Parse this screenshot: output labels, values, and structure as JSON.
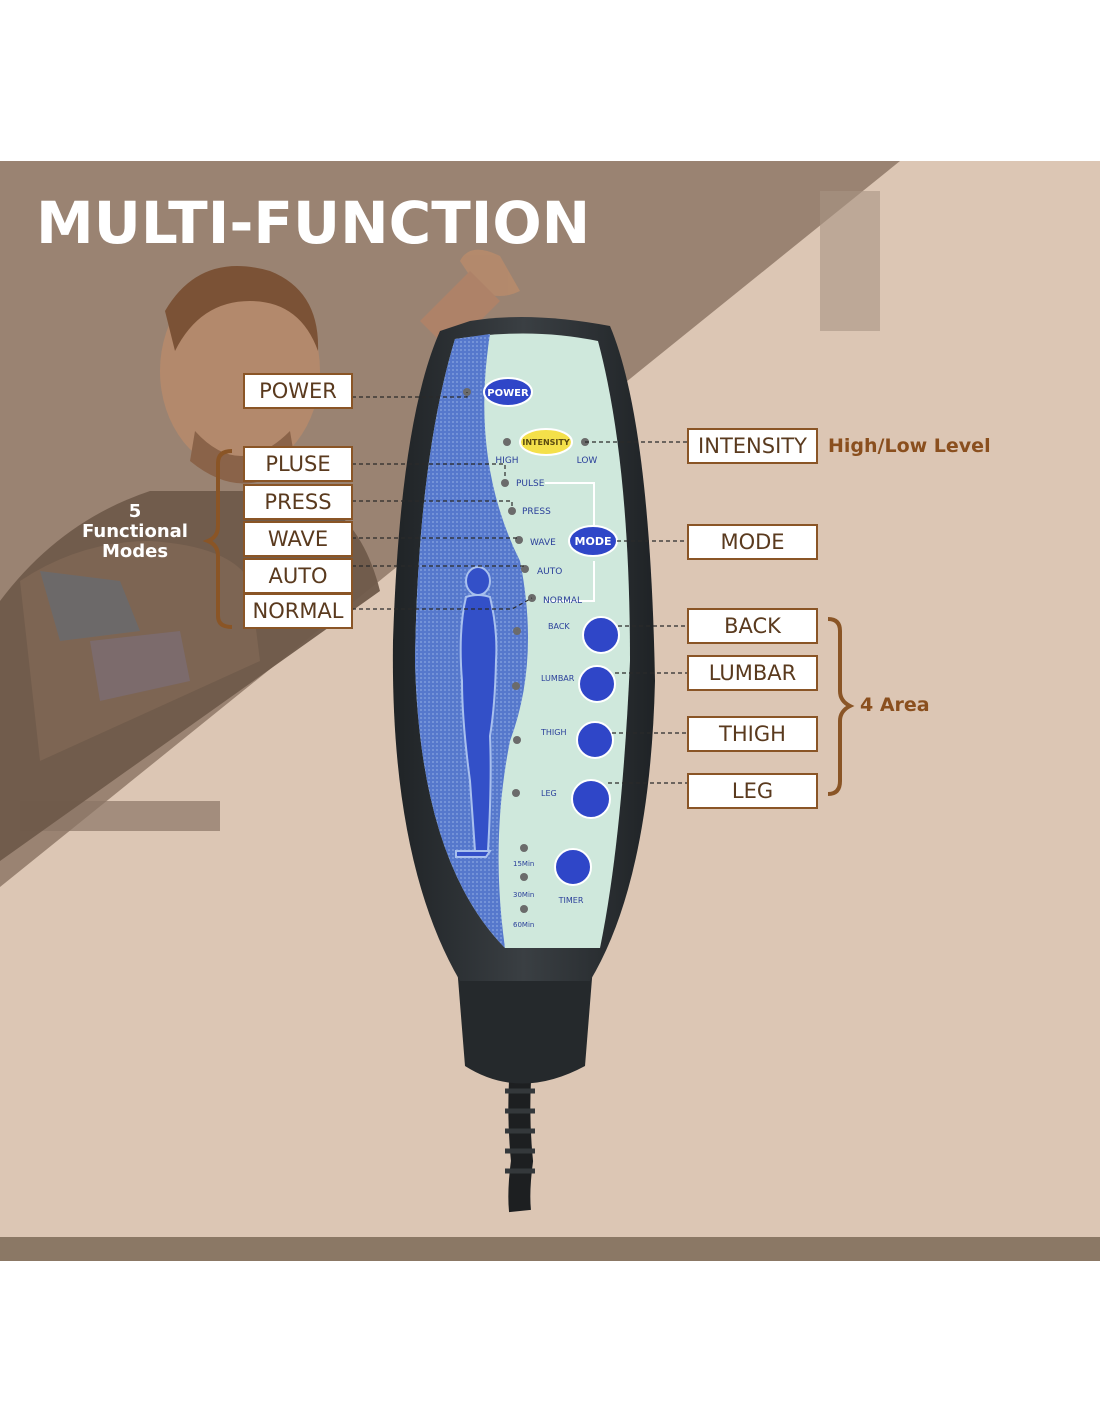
{
  "title": "MULTI-FUNCTION",
  "modes_group": {
    "count": "5",
    "line1": "Functional",
    "line2": "Modes"
  },
  "area_group": "4 Area",
  "intensity_note": "High/Low Level",
  "callouts": {
    "power": "POWER",
    "pluse": "PLUSE",
    "press": "PRESS",
    "wave": "WAVE",
    "auto": "AUTO",
    "normal": "NORMAL",
    "intensity": "INTENSITY",
    "mode": "MODE",
    "back": "BACK",
    "lumbar": "LUMBAR",
    "thigh": "THIGH",
    "leg": "LEG"
  },
  "remote": {
    "power_button": "POWER",
    "intensity_button": "INTENSITY",
    "high": "HIGH",
    "low": "LOW",
    "pulse": "PULSE",
    "press": "PRESS",
    "wave": "WAVE",
    "mode_button": "MODE",
    "auto": "AUTO",
    "normal": "NORMAL",
    "back": "BACK",
    "lumbar": "LUMBAR",
    "thigh": "THIGH",
    "leg": "LEG",
    "timer_15": "15Min",
    "timer_30": "30Min",
    "timer_60": "60Min",
    "timer": "TIMER"
  },
  "colors": {
    "banner": "#dcc6b4",
    "photo_overlay": "#9a8372",
    "strip": "#8b7865",
    "callout_border": "#8a5526",
    "callout_text": "#5a3a1e",
    "accent_text": "#8a4f1e",
    "remote_body": "#2e3235",
    "panel_mint": "#cfe8dc",
    "panel_blue": "#5a7fd0",
    "button_blue": "#2f46c8",
    "intensity_yellow": "#f4e04a"
  }
}
